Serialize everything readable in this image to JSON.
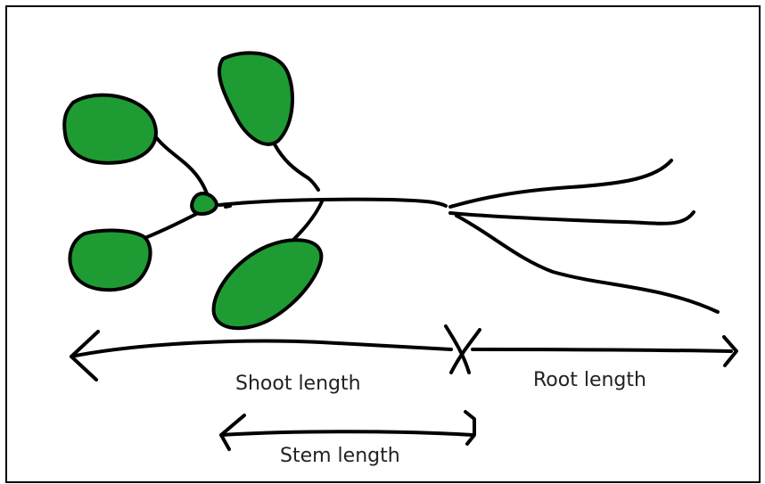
{
  "diagram": {
    "labels": {
      "shoot_length": "Shoot length",
      "root_length": "Root length",
      "stem_length": "Stem length"
    },
    "colors": {
      "leaf_fill": "#1e9b32",
      "ink": "#000000",
      "frame": "#000000"
    },
    "parts": [
      "leaf",
      "leaf",
      "leaf",
      "leaf",
      "bud",
      "stem",
      "root",
      "root",
      "root"
    ]
  }
}
